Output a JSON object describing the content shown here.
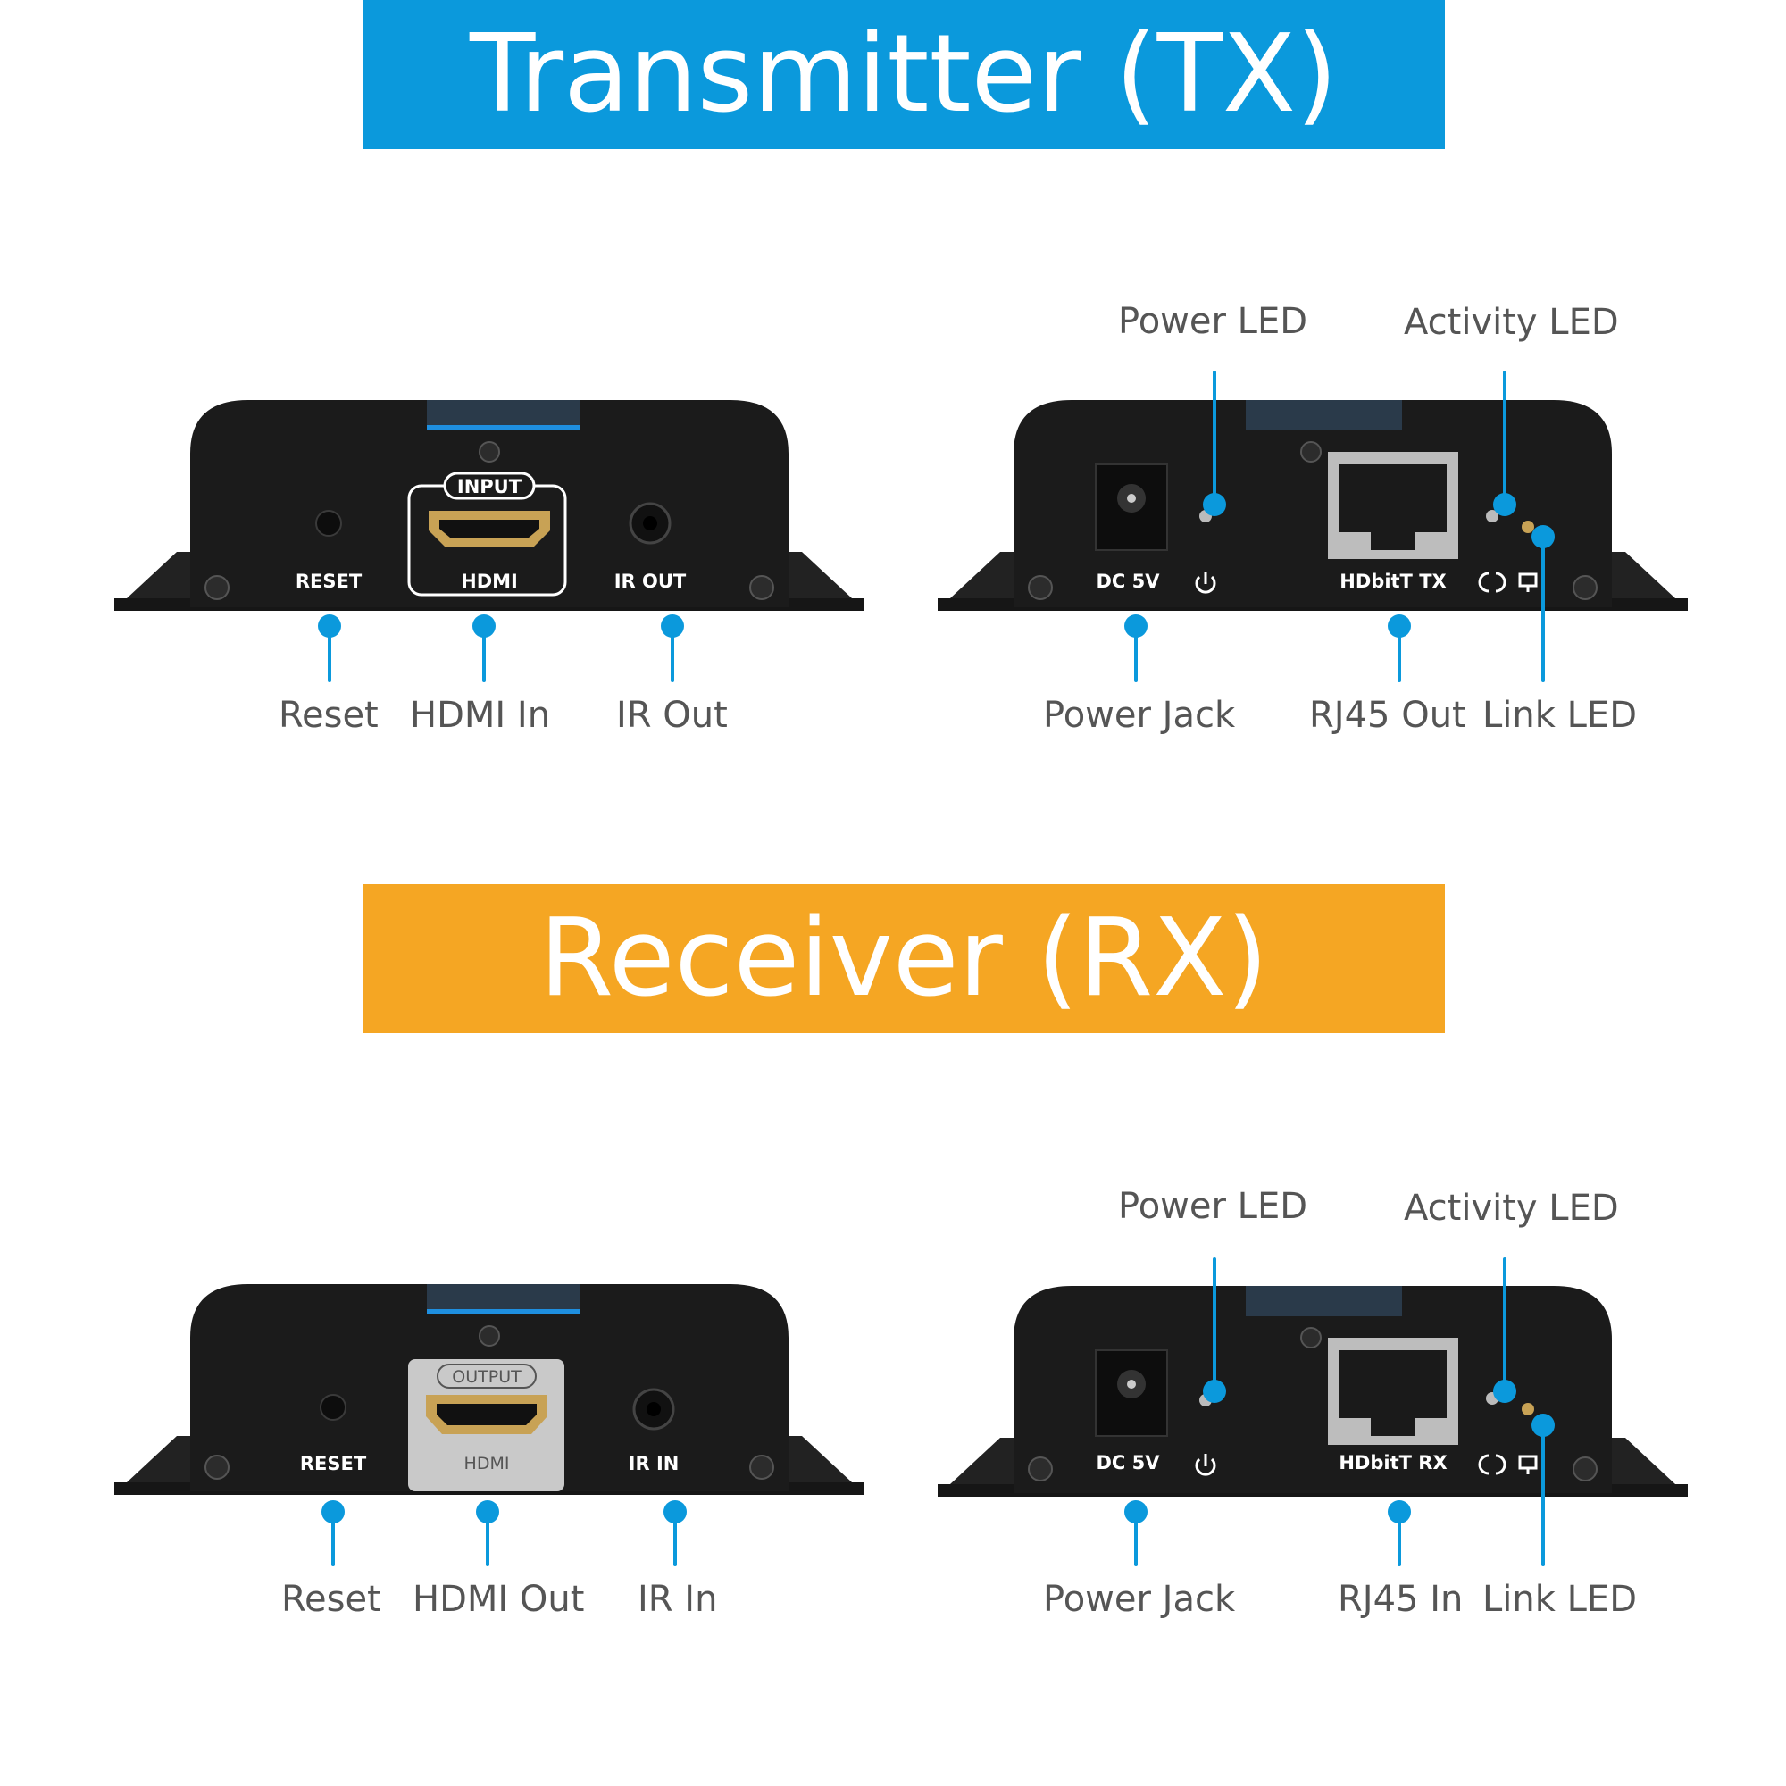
{
  "colors": {
    "tx_banner": "#0B99DC",
    "rx_banner": "#F5A623",
    "callout_line": "#0B99DC",
    "label_text": "#555555",
    "device_body": "#1B1B1B"
  },
  "transmitter": {
    "title": "Transmitter (TX)",
    "front": {
      "panel": {
        "reset": "RESET",
        "hdmi_badge": "INPUT",
        "hdmi": "HDMI",
        "ir": "IR OUT"
      },
      "callouts": {
        "reset": "Reset",
        "hdmi": "HDMI In",
        "ir": "IR Out"
      }
    },
    "back": {
      "panel": {
        "dc": "DC 5V",
        "rj45": "HDbitT TX"
      },
      "icons": {
        "power": "power-icon",
        "activity": "activity-icon",
        "link": "link-icon"
      },
      "callouts": {
        "power_led": "Power LED",
        "activity_led": "Activity LED",
        "power_jack": "Power Jack",
        "rj45": "RJ45 Out",
        "link_led": "Link LED"
      }
    }
  },
  "receiver": {
    "title": "Receiver (RX)",
    "front": {
      "panel": {
        "reset": "RESET",
        "hdmi_badge": "OUTPUT",
        "hdmi": "HDMI",
        "ir": "IR IN"
      },
      "callouts": {
        "reset": "Reset",
        "hdmi": "HDMI Out",
        "ir": "IR In"
      }
    },
    "back": {
      "panel": {
        "dc": "DC 5V",
        "rj45": "HDbitT RX"
      },
      "icons": {
        "power": "power-icon",
        "activity": "activity-icon",
        "link": "link-icon"
      },
      "callouts": {
        "power_led": "Power LED",
        "activity_led": "Activity LED",
        "power_jack": "Power Jack",
        "rj45": "RJ45 In",
        "link_led": "Link LED"
      }
    }
  }
}
